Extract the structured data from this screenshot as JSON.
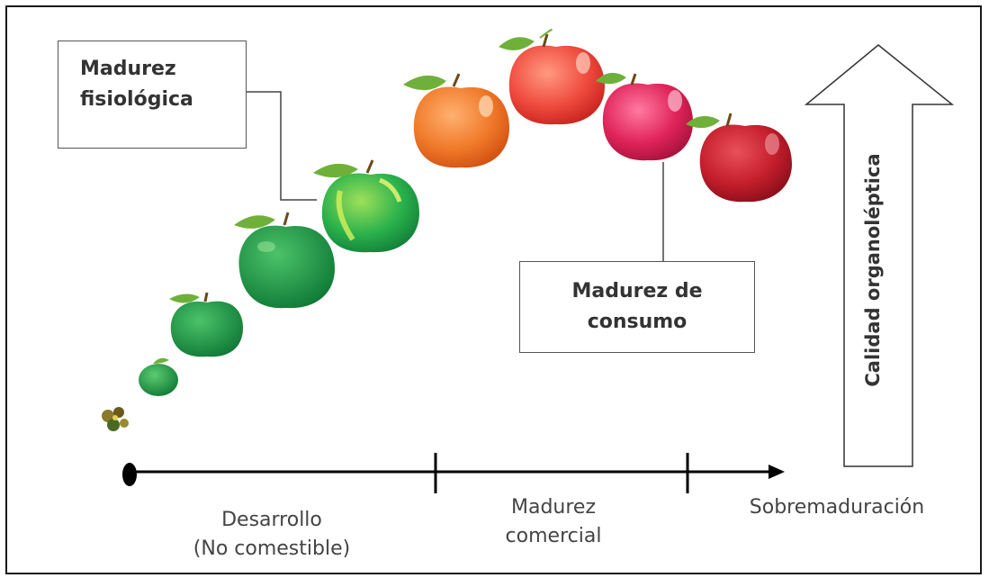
{
  "labels": {
    "fisiologica": [
      "Madurez",
      "fisiológica"
    ],
    "consumo": [
      "Madurez de",
      "consumo"
    ],
    "quality_axis": "Calidad organoléptica"
  },
  "timeline": {
    "stages": [
      {
        "lines": [
          "Desarrollo",
          "(No comestible)"
        ]
      },
      {
        "lines": [
          "Madurez",
          "comercial"
        ]
      },
      {
        "lines": [
          "Sobremaduración"
        ]
      }
    ]
  },
  "fruits": [
    {
      "stage": "flower",
      "color": "#6b5a1e"
    },
    {
      "stage": "tiny-green",
      "color": "#1f9a47"
    },
    {
      "stage": "small-green",
      "color": "#1e9e4a"
    },
    {
      "stage": "medium-green",
      "color": "#1fa24c"
    },
    {
      "stage": "light-green",
      "color": "#33b549"
    },
    {
      "stage": "orange",
      "color": "#f07a2a"
    },
    {
      "stage": "red-orange",
      "color": "#ef4b3e"
    },
    {
      "stage": "pink-red",
      "color": "#e0245a"
    },
    {
      "stage": "dark-red",
      "color": "#c41e2c"
    }
  ],
  "colors": {
    "axis": "#000000",
    "leaf": "#6fb03a",
    "stem": "#6b4a1a"
  }
}
